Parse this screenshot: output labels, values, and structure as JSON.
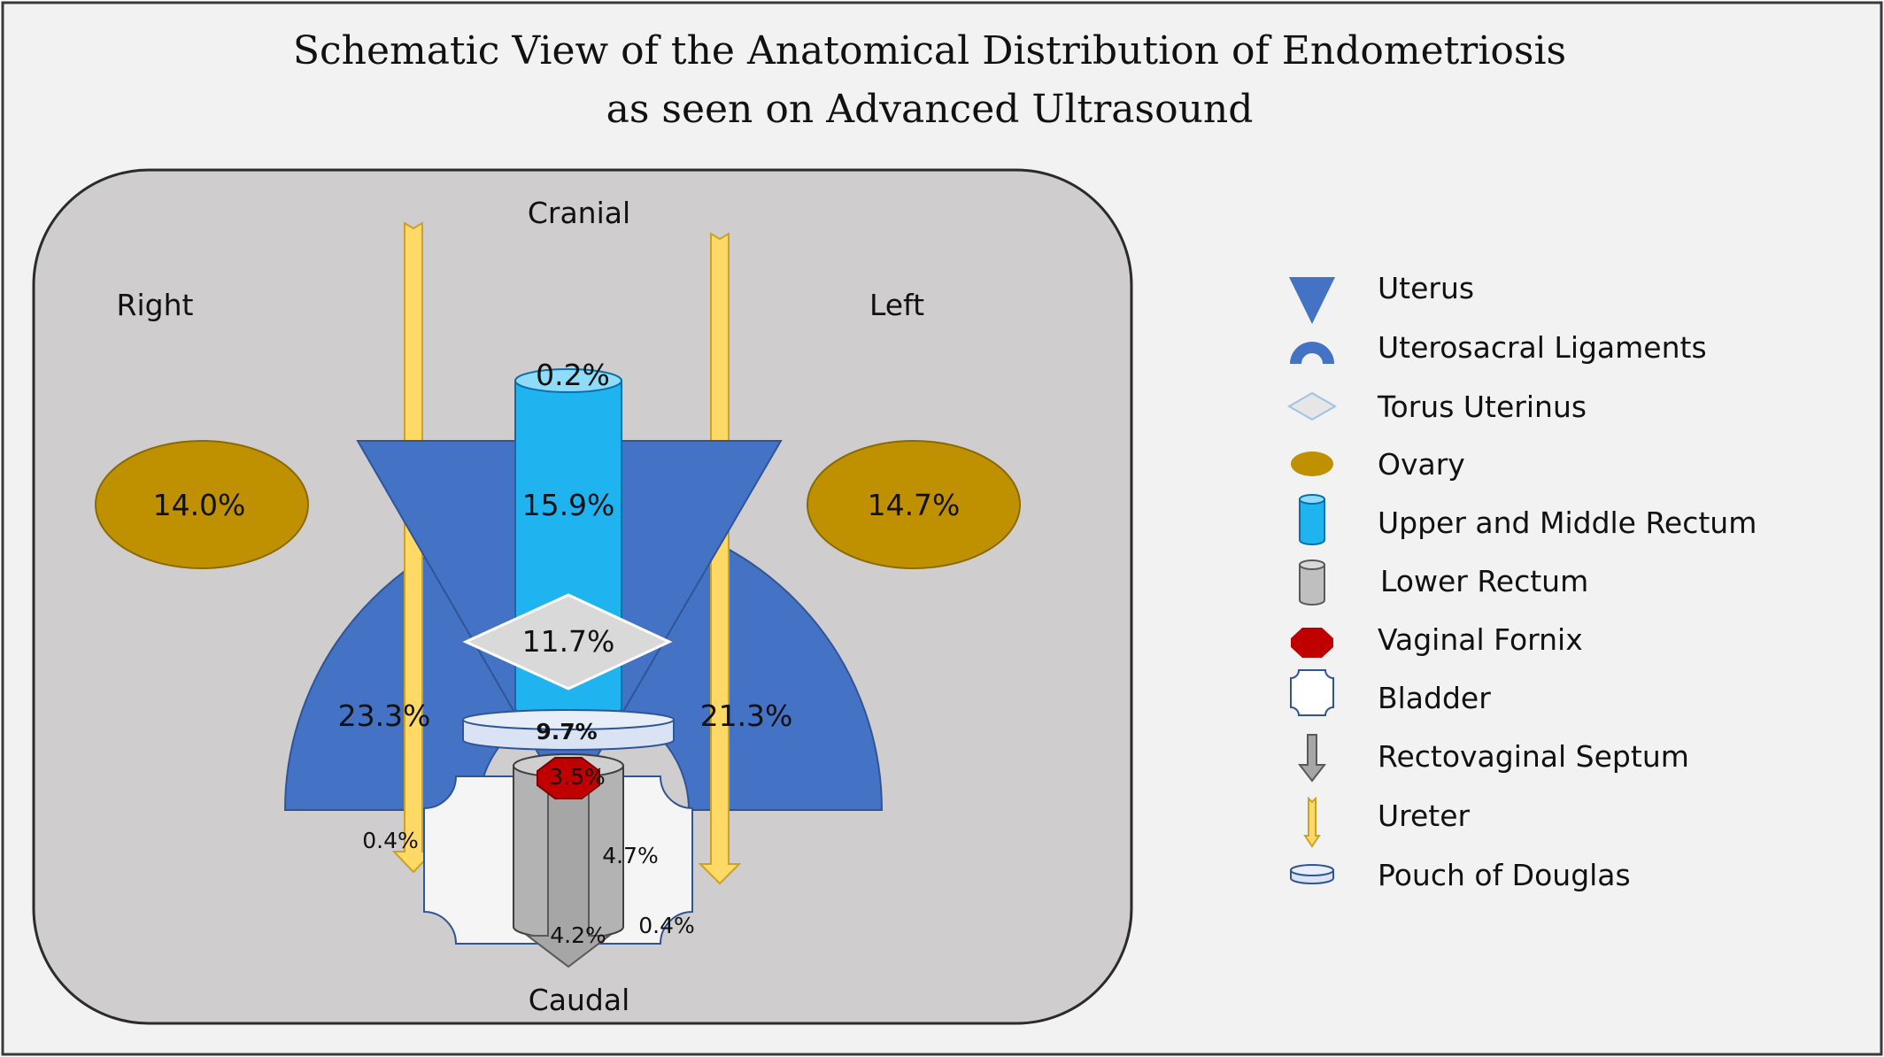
{
  "title": {
    "line1": "Schematic View of the Anatomical Distribution of Endometriosis",
    "line2": "as seen on Advanced Ultrasound"
  },
  "directions": {
    "cranial": "Cranial",
    "caudal": "Caudal",
    "right": "Right",
    "left": "Left"
  },
  "values": {
    "upper_rectum_top": "0.2%",
    "upper_middle_rectum": "15.9%",
    "ovary_right": "14.0%",
    "ovary_left": "14.7%",
    "torus_uterinus": "11.7%",
    "uterosacral_right": "23.3%",
    "uterosacral_left": "21.3%",
    "pouch_of_douglas": "9.7%",
    "vaginal_fornix": "3.5%",
    "ureter_right": "0.4%",
    "lower_rectum": "4.7%",
    "rectovaginal_septum": "4.2%",
    "bladder": "0.4%"
  },
  "legend": [
    {
      "icon": "uterus-icon",
      "label": "Uterus"
    },
    {
      "icon": "uterosacral-ligaments-icon",
      "label": "Uterosacral Ligaments"
    },
    {
      "icon": "torus-uterinus-icon",
      "label": "Torus Uterinus"
    },
    {
      "icon": "ovary-icon",
      "label": "Ovary"
    },
    {
      "icon": "upper-middle-rectum-icon",
      "label": "Upper and Middle Rectum"
    },
    {
      "icon": "lower-rectum-icon",
      "label": "Lower Rectum"
    },
    {
      "icon": "vaginal-fornix-icon",
      "label": "Vaginal Fornix"
    },
    {
      "icon": "bladder-icon",
      "label": "Bladder"
    },
    {
      "icon": "rectovaginal-septum-icon",
      "label": "Rectovaginal Septum"
    },
    {
      "icon": "ureter-icon",
      "label": "Ureter"
    },
    {
      "icon": "pouch-of-douglas-icon",
      "label": "Pouch of Douglas"
    }
  ],
  "colors": {
    "background": "#f2f2f2",
    "pelvis": "#cfcdcd",
    "uterus_blue": "#4472c4",
    "rectum_cyan": "#1fb4f0",
    "ovary_gold": "#bf9000",
    "ureter_yellow": "#ffd966",
    "lower_rectum_gray": "#b3b3b3",
    "vaginal_fornix_red": "#c00000",
    "pouch_fill": "#dae3f3",
    "bladder_fill": "#f5f5f5"
  }
}
